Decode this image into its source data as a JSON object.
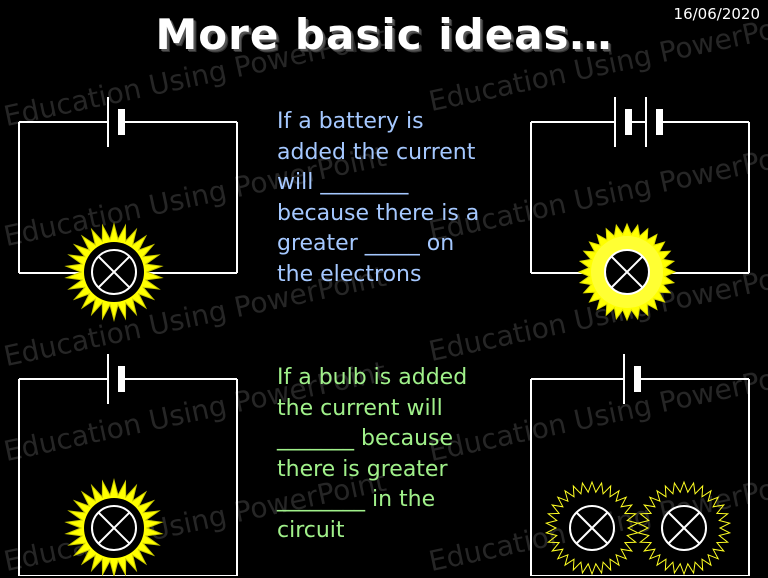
{
  "slide": {
    "title": "More basic ideas…",
    "date": "16/06/2020",
    "watermark": "Education Using PowerPoint",
    "paragraph_battery": [
      "If a battery is",
      "added the current",
      "will ________",
      "because there is a",
      "greater _____ on",
      "the electrons"
    ],
    "paragraph_bulb": [
      "If a bulb is added",
      "the current will",
      "_______ because",
      "there is greater",
      "________ in the",
      "circuit"
    ]
  },
  "colors": {
    "background": "#000000",
    "wire": "#ffffff",
    "text_blue": "#a5c8ff",
    "text_green": "#a0f08a",
    "glow": "#ffff22"
  },
  "circuits": [
    {
      "name": "single-battery-single-bulb",
      "batteries": 1,
      "bulbs": 1,
      "glow": "bright"
    },
    {
      "name": "double-battery-single-bulb",
      "batteries": 2,
      "bulbs": 1,
      "glow": "brightest"
    },
    {
      "name": "single-battery-single-bulb",
      "batteries": 1,
      "bulbs": 1,
      "glow": "bright"
    },
    {
      "name": "single-battery-two-bulbs",
      "batteries": 1,
      "bulbs": 2,
      "glow": "dim"
    }
  ]
}
